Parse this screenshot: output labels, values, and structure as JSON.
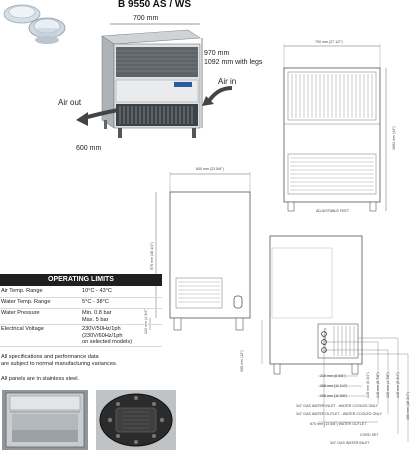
{
  "header": {
    "model": "B 9550 AS / WS"
  },
  "photo_dims": {
    "width": "700 mm",
    "height_line1": "970 mm",
    "height_line2": "1092 mm with legs",
    "depth": "600 mm",
    "air_in": "Air in",
    "air_out": "Air out"
  },
  "front_drawing": {
    "width": "700 mm (27 1/2\")",
    "height": "1092 mm (43\")",
    "feet": "ADJUSTABLE FEET"
  },
  "side_drawing": {
    "depth": "600 mm (23 5/8\")",
    "height": "970 mm (38 1/4\")",
    "legs": "122 mm (4 3/4\")"
  },
  "rear_drawing": {
    "conn_h": "1 1/4\" (32 mm)",
    "conn_v": "305 mm (12\")",
    "d1": "219 mm (8 5/8\")",
    "d2": "286 mm (11 1/4\")",
    "d3": "296 mm (11 5/8\")",
    "d4": "870 mm (13 5/8\") WATER OUTLET",
    "legend1": "3/4\" GAS WATER INLET - WATER COOLED ONLY",
    "legend2": "3/4\" GAS WATER OUTLET - WATER COOLED ONLY",
    "legend3": "CORD SET",
    "legend4": "3/4\" GAS WATER INLET",
    "v1": "145 mm (5 3/4\")",
    "v2": "148 mm (5 7/8\")",
    "v3": "125 mm (4 7/8\")",
    "v4": "145 mm (5 3/4\")",
    "v5": "400 mm (15 3/4\")"
  },
  "operating_limits": {
    "title": "OPERATING LIMITS",
    "rows": [
      {
        "label": "Air Temp. Range",
        "value": "10°C - 43°C"
      },
      {
        "label": "Water Temp. Range",
        "value": "5°C - 38°C"
      },
      {
        "label": "Water Pressure",
        "value": "Min. 0.8 bar\nMax. 5 bar"
      },
      {
        "label": "Electrical Voltage",
        "value": "230V/50Hz/1ph\n(230V/60Hz/1ph\non selected models)"
      }
    ]
  },
  "notes": {
    "n1": "All specifications and performance data\nare subject to normal manufacturing variances.",
    "n2": "All panels are in stainless steel."
  }
}
